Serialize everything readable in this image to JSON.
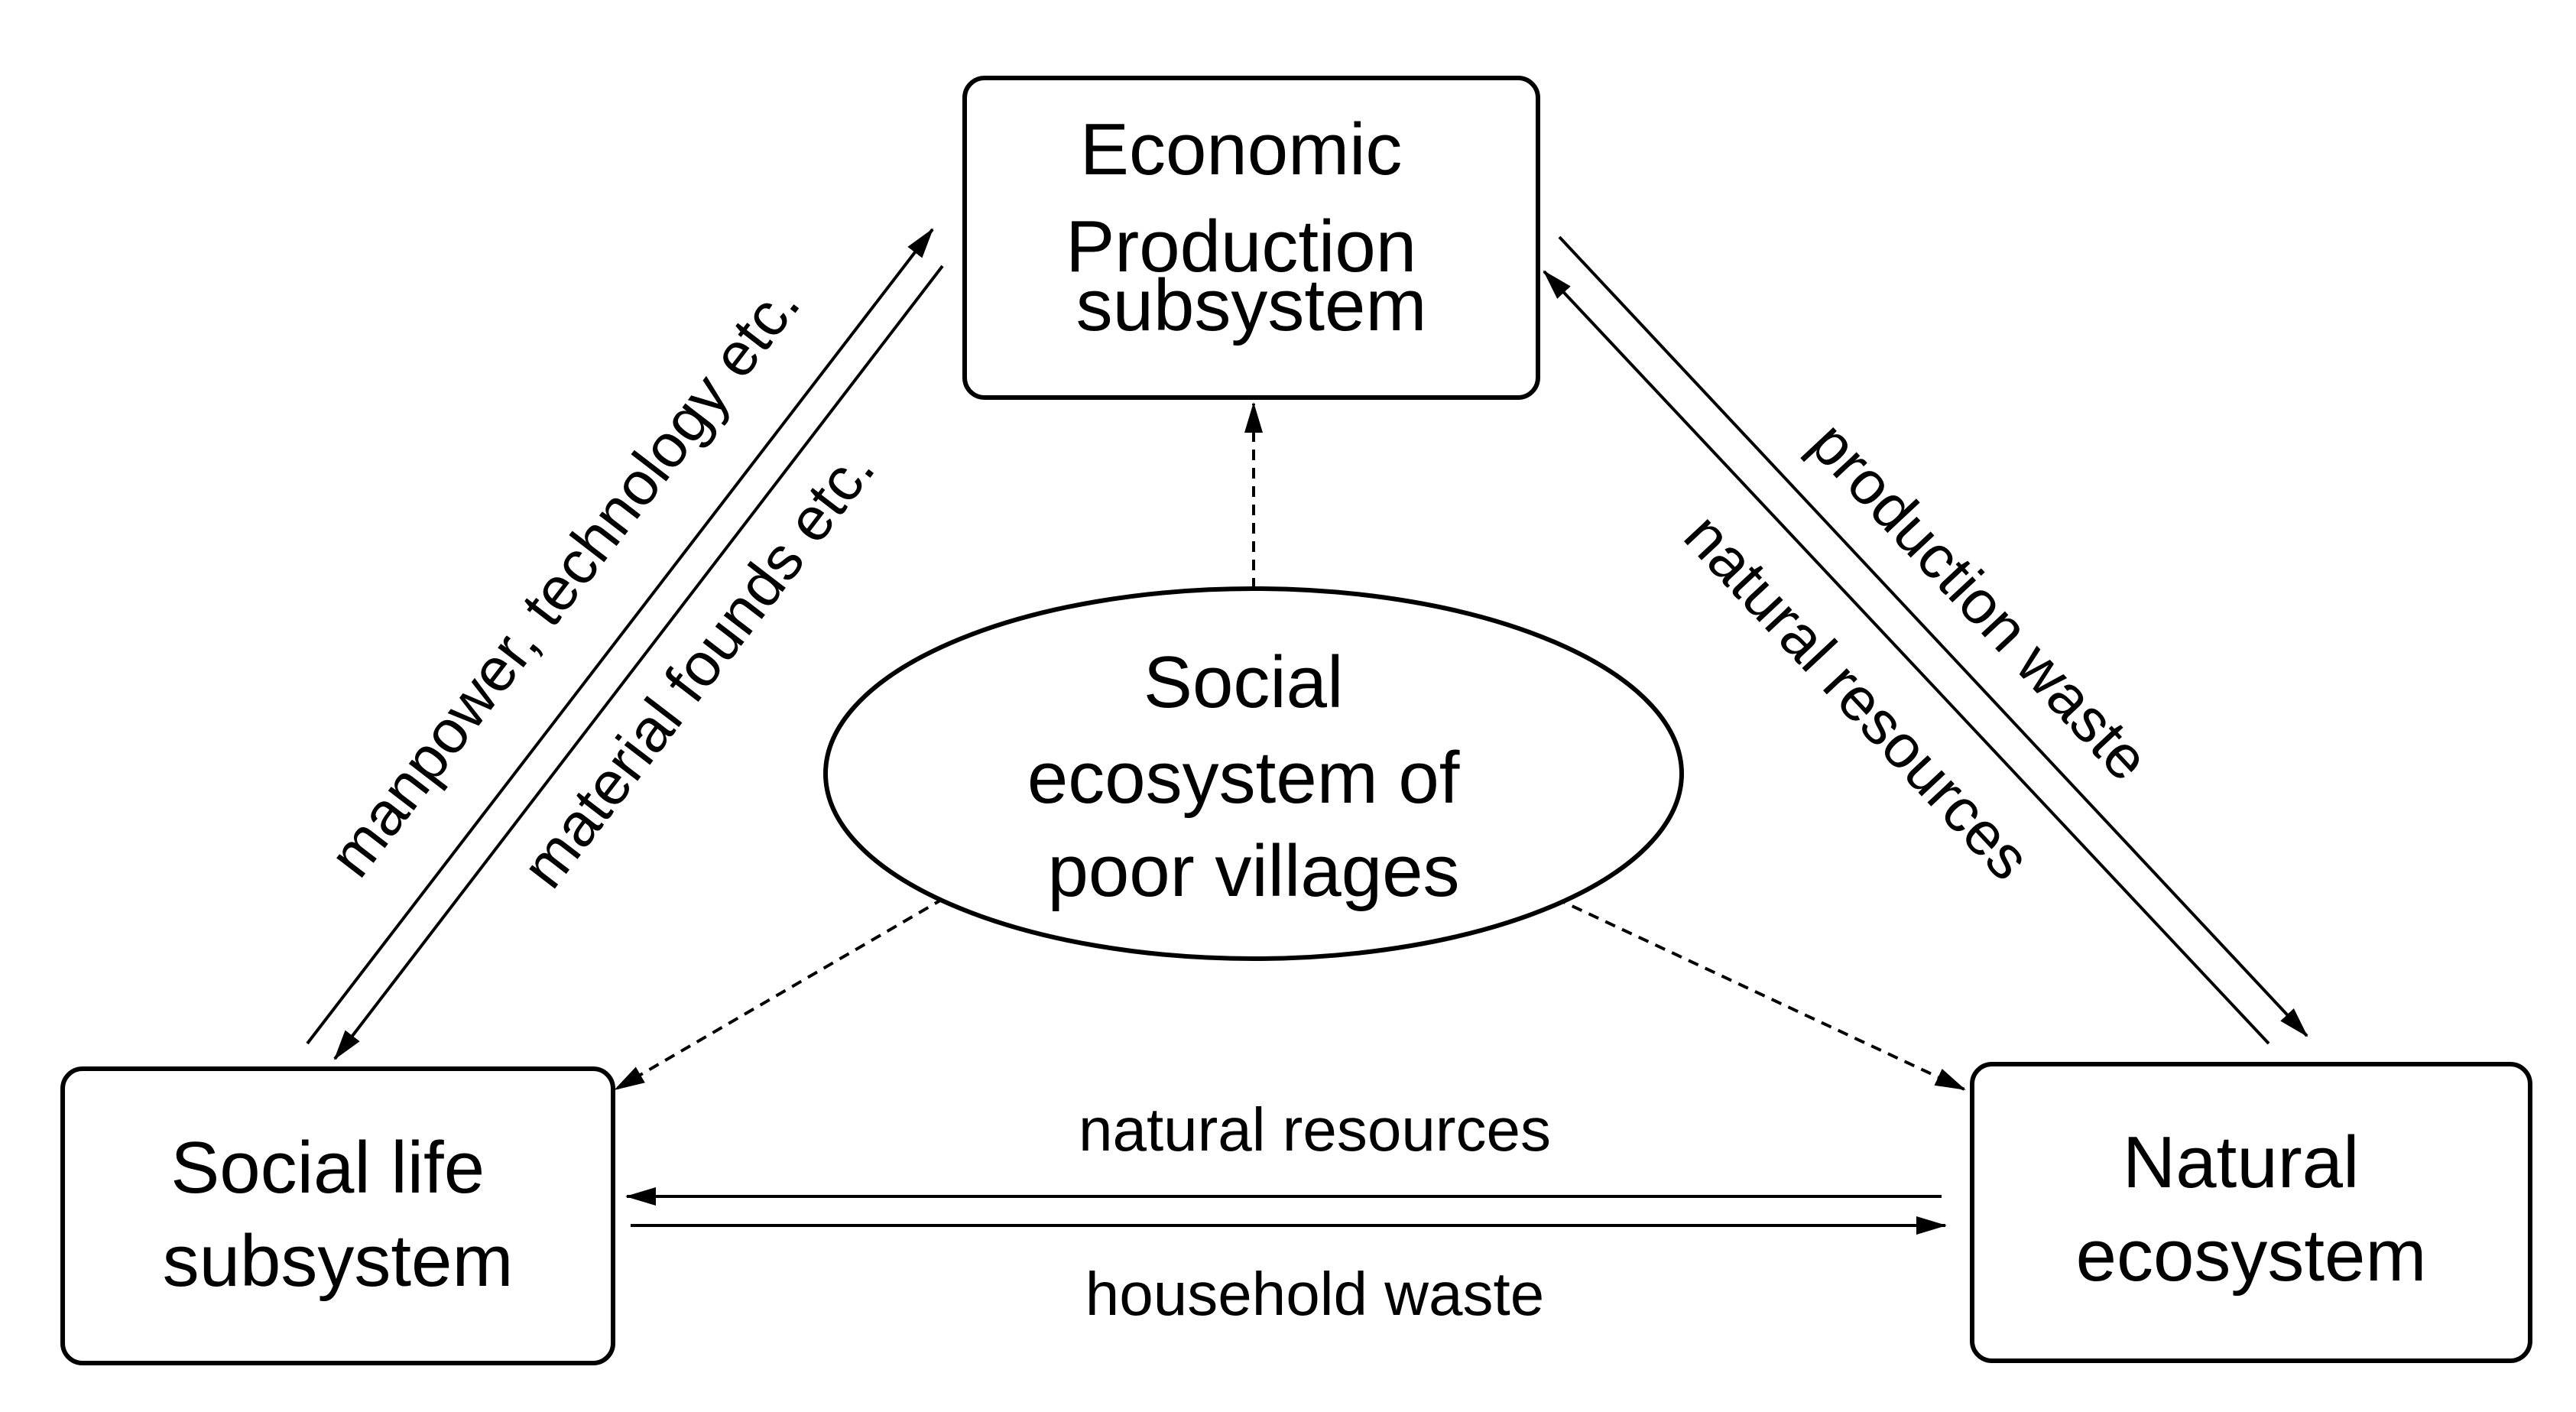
{
  "nodes": {
    "economic": {
      "lines": [
        "Economic",
        "Production",
        "subsystem"
      ]
    },
    "social_life": {
      "lines": [
        "Social life",
        "subsystem"
      ]
    },
    "natural": {
      "lines": [
        "Natural",
        "ecosystem"
      ]
    },
    "center": {
      "lines": [
        "Social",
        "ecosystem of",
        "poor villages"
      ]
    }
  },
  "edges": {
    "social_to_economic": "manpower, technology etc.",
    "economic_to_social": "material founds etc.",
    "economic_to_natural": "production waste",
    "natural_to_economic": "natural resources",
    "natural_to_social": "natural resources",
    "social_to_natural": "household waste"
  }
}
